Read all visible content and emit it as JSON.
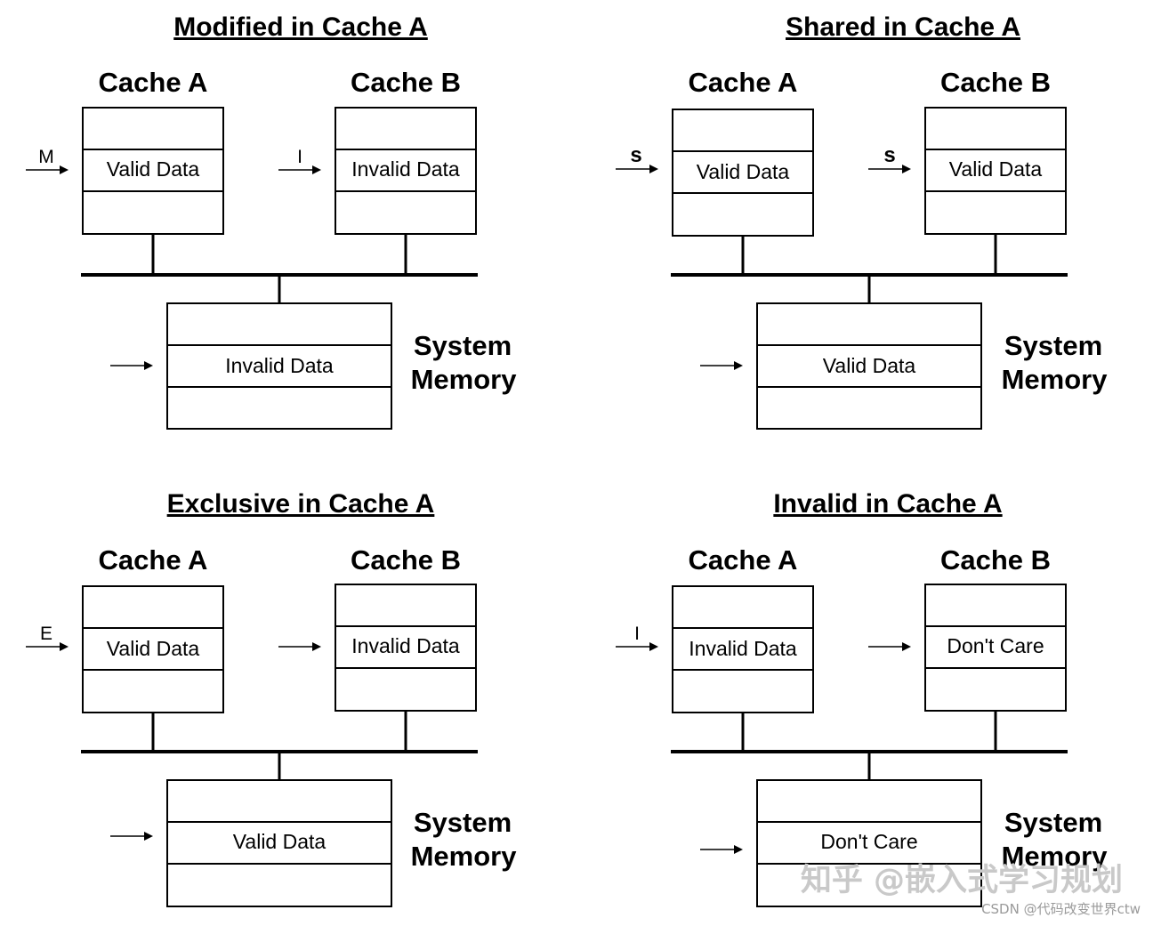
{
  "panels": [
    {
      "title": "Modified in Cache A",
      "cache_a": {
        "label": "Cache A",
        "state": "M",
        "data": "Valid Data"
      },
      "cache_b": {
        "label": "Cache B",
        "state": "I",
        "data": "Invalid Data"
      },
      "memory": {
        "label_line1": "System",
        "label_line2": "Memory",
        "data": "Invalid Data"
      }
    },
    {
      "title": "Shared in Cache A",
      "cache_a": {
        "label": "Cache A",
        "state": "s",
        "data": "Valid Data"
      },
      "cache_b": {
        "label": "Cache B",
        "state": "s",
        "data": "Valid Data"
      },
      "memory": {
        "label_line1": "System",
        "label_line2": "Memory",
        "data": "Valid Data"
      }
    },
    {
      "title": "Exclusive in Cache A",
      "cache_a": {
        "label": "Cache A",
        "state": "E",
        "data": "Valid Data"
      },
      "cache_b": {
        "label": "Cache B",
        "state": "",
        "data": "Invalid Data"
      },
      "memory": {
        "label_line1": "System",
        "label_line2": "Memory",
        "data": "Valid Data"
      }
    },
    {
      "title": "Invalid in Cache A",
      "cache_a": {
        "label": "Cache A",
        "state": "I",
        "data": "Invalid Data"
      },
      "cache_b": {
        "label": "Cache B",
        "state": "",
        "data": "Don't Care"
      },
      "memory": {
        "label_line1": "System",
        "label_line2": "Memory",
        "data": "Don't Care"
      }
    }
  ],
  "watermark": {
    "main": "知乎 @嵌入式学习规划",
    "sub": "CSDN @代码改变世界ctw"
  }
}
